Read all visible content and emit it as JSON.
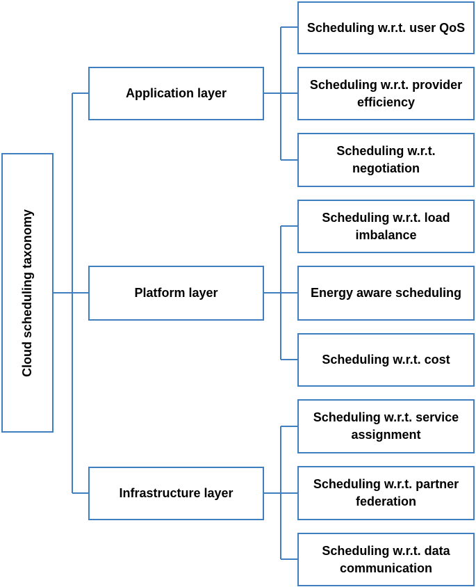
{
  "root": {
    "label": "Cloud scheduling taxonomy"
  },
  "layers": [
    {
      "label": "Application layer",
      "children": [
        {
          "label": "Scheduling w.r.t. user QoS"
        },
        {
          "label": "Scheduling w.r.t. provider efficiency"
        },
        {
          "label": "Scheduling w.r.t. negotiation"
        }
      ]
    },
    {
      "label": "Platform layer",
      "children": [
        {
          "label": "Scheduling w.r.t. load imbalance"
        },
        {
          "label": "Energy aware scheduling"
        },
        {
          "label": "Scheduling w.r.t. cost"
        }
      ]
    },
    {
      "label": "Infrastructure layer",
      "children": [
        {
          "label": "Scheduling w.r.t. service assignment"
        },
        {
          "label": "Scheduling w.r.t. partner federation"
        },
        {
          "label": "Scheduling w.r.t. data communication"
        }
      ]
    }
  ],
  "colors": {
    "border": "#3f7fbf",
    "text": "#000000"
  }
}
